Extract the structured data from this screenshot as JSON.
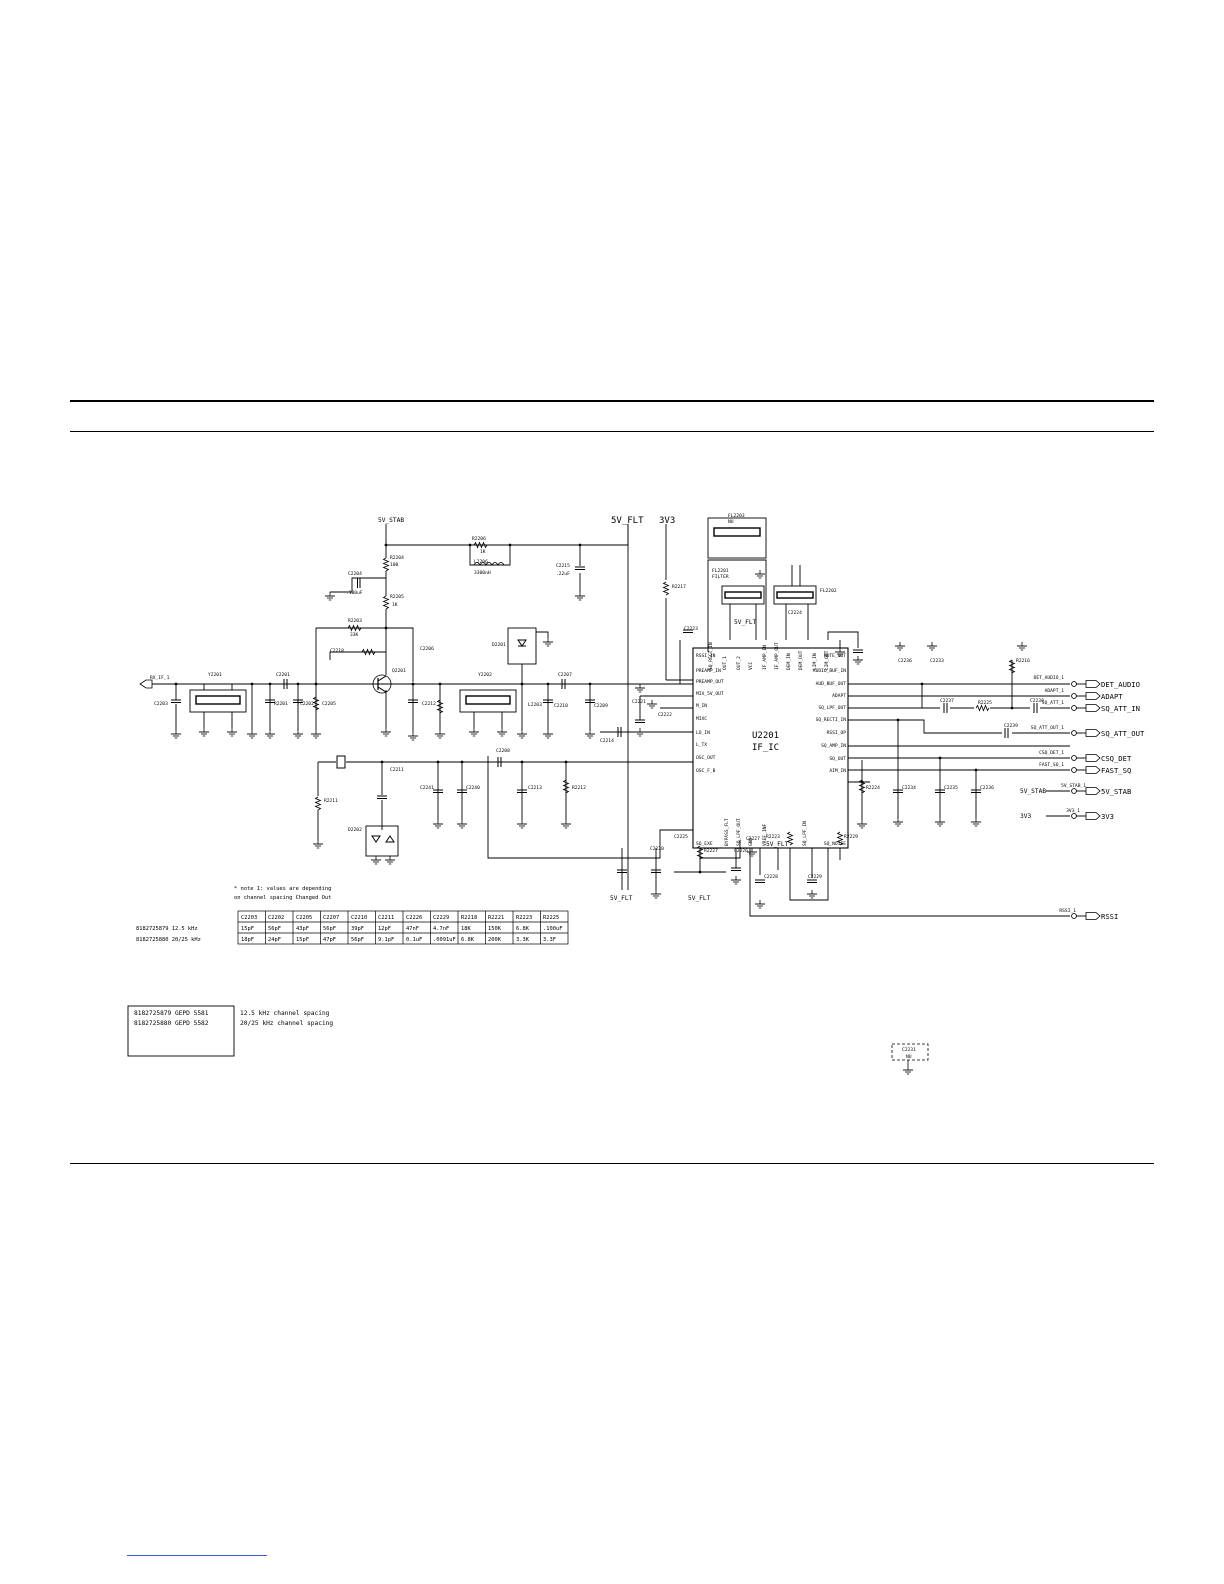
{
  "rails": {
    "sv_stab": "5V_STAB",
    "sv_flt": "5V_FLT",
    "sv3": "3V3",
    "sv_flt_small": "5V_FLT"
  },
  "input_port": "RX_IF_1",
  "ic": {
    "ref": "U2201",
    "name": "IF_IC"
  },
  "ic_pins_left": [
    "RSSI_IN",
    "PREAMP_IN",
    "PREAMP_OUT",
    "MIX_5V_OUT",
    "M_IN",
    "MIXC",
    "LO_IN",
    "L_TX",
    "OSC_OUT",
    "OSC_F_B",
    "SQ_EXE"
  ],
  "ic_pins_right": [
    "MUTE_OUT",
    "AUDIO_BUF_IN",
    "AUD_BUF_OUT",
    "ADAPT",
    "SQ_LPF_OUT",
    "SQ_RECTI_IN",
    "RSSI_OP",
    "SQ_AMP_IN",
    "SQ_OUT",
    "AIM_IN",
    "SQ_NOISE"
  ],
  "ic_pins_top": [
    "SQ_RECT_IN",
    "OUT_1",
    "OUT_2",
    "VCC",
    "IF_AMP_IN",
    "IF_AMP_OUT",
    "DEM_IN",
    "DEM_OUT",
    "LIM_IN",
    "LIM_OUT"
  ],
  "ic_pins_bottom": [
    "BYPASS_FLT",
    "SQ_LPF_OUT",
    "GND",
    "VREF_INF",
    "SQ_LPF_IN"
  ],
  "ports_right": [
    {
      "net": "DET_AUDIO_1",
      "label": "DET_AUDIO"
    },
    {
      "net": "ADAPT_1",
      "label": "ADAPT"
    },
    {
      "net": "SQ_ATT_1",
      "label": "SQ_ATT_IN"
    },
    {
      "net": "SQ_ATT_OUT_1",
      "label": "SQ_ATT_OUT"
    },
    {
      "net": "CSQ_DET_1",
      "label": "CSQ_DET"
    },
    {
      "net": "FAST_SQ_1",
      "label": "FAST_SQ"
    },
    {
      "net": "5V_STAB_1",
      "label": "5V_STAB"
    },
    {
      "net": "3V3_1",
      "label": "3V3"
    },
    {
      "net": "RSSI_1",
      "label": "RSSI"
    }
  ],
  "left_rail_labels": {
    "stab": "5V_STAB",
    "v3": "3V3"
  },
  "filters": [
    {
      "ref": "FL2203",
      "note": "NU"
    },
    {
      "ref": "FL2201",
      "note": "FILTER"
    },
    {
      "ref": "FL2202",
      "note": ""
    }
  ],
  "bottom_rails": {
    "a": "5V_FLT",
    "b": "5V_FLT"
  },
  "note_text": [
    "* note 1:  values are depending",
    "on channel spacing Changed Out"
  ],
  "variant_table": {
    "headers": [
      "C2203",
      "C2202",
      "C2205",
      "C2207",
      "C2210",
      "C2211",
      "C2226",
      "C2229",
      "R2218",
      "R2221",
      "R2223",
      "R2225"
    ],
    "rows": [
      {
        "label": "8182725879  12.5 kHz",
        "values": [
          "15pF",
          "56pF",
          "43pF",
          "56pF",
          "39pF",
          "12pF",
          "47nF",
          "4.7nF",
          "18K",
          "150K",
          "6.8K",
          ".100uF"
        ]
      },
      {
        "label": "8182725880  20/25 kHz",
        "values": [
          "18pF",
          "24pF",
          "15pF",
          "47pF",
          "56pF",
          "9.1pF",
          "0.1uF",
          ".0091uF",
          "6.8K",
          "200K",
          "3.3K",
          "3.3F"
        ]
      }
    ]
  },
  "version_box": {
    "lines": [
      "8182725879  GEPD 5581",
      "8182725880  GEPD 5582"
    ],
    "notes": [
      "12.5 kHz channel spacing",
      "20/25 kHz channel spacing"
    ]
  },
  "nu_component": {
    "ref": "C2231",
    "note": "NU"
  },
  "component_labels": {
    "r2204": "R2204",
    "r2204v": "100",
    "r2205": "R2205",
    "r2205v": "1K",
    "r2203": "R2203",
    "r2203v": "33K",
    "r2206": "R2206",
    "r2206v": "1K",
    "l2206": "L2206",
    "l2206v": "3300nH",
    "c2215": "C2215",
    "c2215v": ".22uF",
    "c2204": "C2204",
    "c2204v": ".100uF",
    "c2206": "C2206",
    "r2217": "R2217",
    "q2201": "Q2201",
    "y2201": "Y2201",
    "y2202": "Y2202",
    "d2201": "D2201",
    "d2202": "D2202",
    "l2203": "L2203",
    "c2212": "C2212",
    "c2207": "C2207",
    "c2209": "C2209",
    "c2211": "C2211",
    "c2210": "C2210",
    "c2213": "C2213",
    "r2212": "R2212",
    "r2211": "R2211",
    "c2222": "C2222",
    "c2221": "C2221",
    "c2224": "C2224",
    "c2223": "C2223",
    "c2236": "C2236",
    "c2233": "C2233",
    "r2216": "R2216",
    "c2237": "C2237",
    "r2225": "R2225",
    "c2238": "C2238",
    "c2239": "C2239",
    "r2224": "R2224",
    "c2234": "C2234",
    "c2235": "C2235",
    "c2236b": "C2236",
    "c2225": "C2225",
    "r2227": "R2227",
    "c2226": "C2226",
    "c2228": "C2228",
    "c2229": "C2229",
    "r2229": "R2229",
    "r2223": "R2223",
    "c2227": "C2227",
    "c2220": "C2220",
    "c2214": "C2214",
    "c2208": "C2208",
    "c2203": "C2203",
    "r2201": "R2201",
    "c2201": "C2201",
    "c2202": "C2202",
    "c2205": "C2205",
    "c2218": "C2218",
    "c2240": "C2240",
    "c2241": "C2241"
  }
}
